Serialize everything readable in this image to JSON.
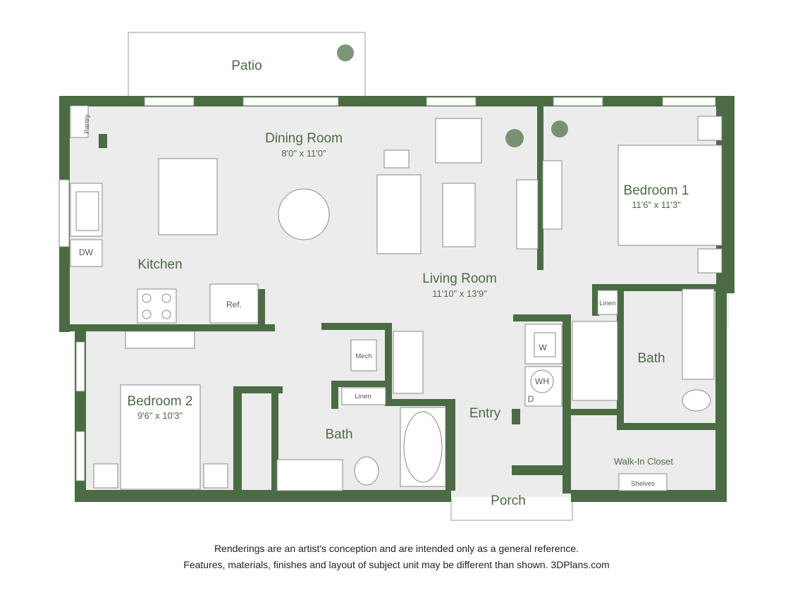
{
  "colors": {
    "wall": "#4a6b43",
    "floor": "#ececec",
    "outline": "#999999",
    "accent_text": "#4e6a46"
  },
  "rooms": {
    "patio": {
      "name": "Patio"
    },
    "dining": {
      "name": "Dining Room",
      "dims": "8'0\" x 11'0\""
    },
    "living": {
      "name": "Living Room",
      "dims": "11'10\" x 13'9\""
    },
    "kitchen": {
      "name": "Kitchen"
    },
    "bedroom1": {
      "name": "Bedroom 1",
      "dims": "11'6\" x 11'3\""
    },
    "bedroom2": {
      "name": "Bedroom 2",
      "dims": "9'6\" x 10'3\""
    },
    "bath1": {
      "name": "Bath"
    },
    "bath2": {
      "name": "Bath"
    },
    "entry": {
      "name": "Entry"
    },
    "closet": {
      "name": "Walk-In Closet"
    },
    "porch": {
      "name": "Porch"
    }
  },
  "fixtures": {
    "pantry": "Pantry",
    "dw": "DW",
    "ref": "Ref.",
    "mech": "Mech",
    "linen_hall": "Linen",
    "linen_bath": "Linen",
    "washer": "W",
    "water_heater": "WH",
    "dryer": "D",
    "shelves": "Shelves"
  },
  "disclaimer": {
    "line1": "Renderings are an artist's conception and are intended only as a general reference.",
    "line2": "Features, materials, finishes and layout of subject unit may be different than shown. 3DPlans.com"
  }
}
